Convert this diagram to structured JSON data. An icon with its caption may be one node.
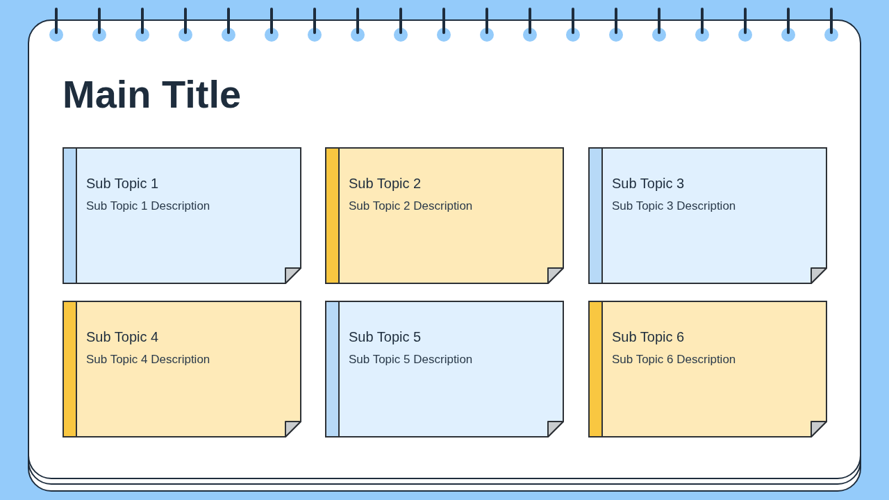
{
  "diagram": {
    "title": "Main Title",
    "nodes": [
      {
        "text": [
          "Sub Topic 1",
          "Sub Topic 1 Description"
        ]
      },
      {
        "text": [
          "Sub Topic 2",
          "Sub Topic 2 Description"
        ]
      },
      {
        "text": [
          "Sub Topic 3",
          "Sub Topic 3 Description"
        ]
      },
      {
        "text": [
          "Sub Topic 4",
          "Sub Topic 4 Description"
        ]
      },
      {
        "text": [
          "Sub Topic 5",
          "Sub Topic 5 Description"
        ]
      },
      {
        "text": [
          "Sub Topic 6",
          "Sub Topic 6 Description"
        ]
      }
    ]
  }
}
